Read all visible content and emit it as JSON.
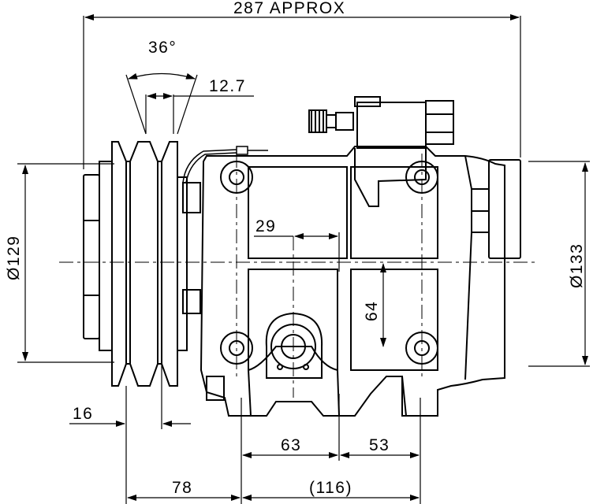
{
  "dimensions": {
    "overall_length": "287 APPROX",
    "groove_angle": "36°",
    "groove_pitch": "12.7",
    "pulley_diameter": "Ø129",
    "body_diameter": "Ø133",
    "port_offset": "29",
    "port_height": "64",
    "pulley_width": "16",
    "pulley_to_mount": "78",
    "mount_spacing": "(116)",
    "mount_left": "63",
    "mount_right": "53"
  },
  "colors": {
    "line": "#000000",
    "background": "#ffffff"
  }
}
